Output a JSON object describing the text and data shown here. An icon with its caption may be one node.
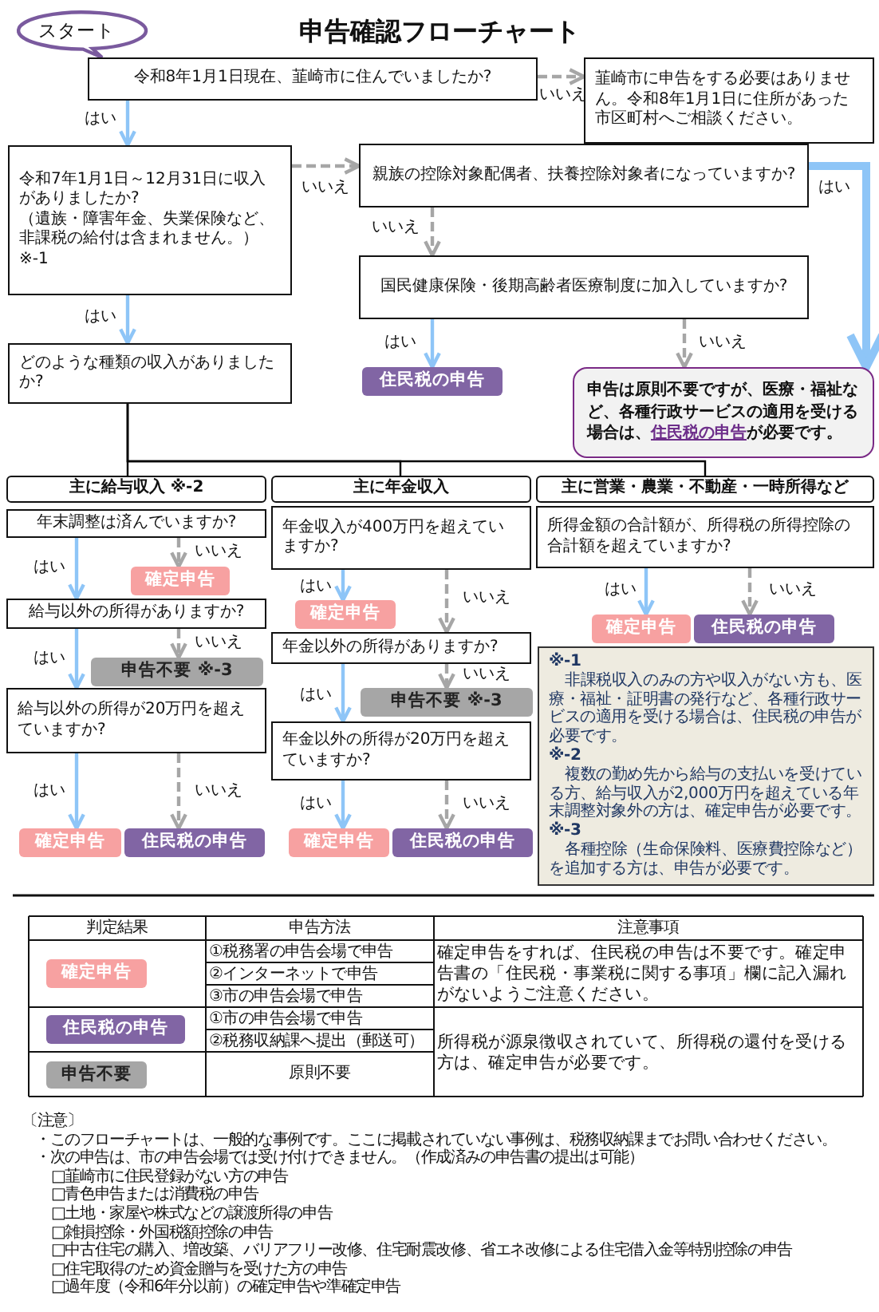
{
  "diagram": {
    "title": "申告確認フローチャート",
    "nodes": [
      {
        "text": [
          "スタート"
        ]
      },
      {
        "text": [
          "令和8年1月1日現在、韮崎市に住んでいましたか?"
        ]
      },
      {
        "text": [
          "韮崎市に申告をする必要はありません。令和8年1月1日に住所があった市区町村へご相談ください。"
        ]
      },
      {
        "text": [
          "令和7年1月1日～12月31日に収入がありましたか?",
          "（遺族・障害年金、失業保険など、非課税の給付は含まれません。） ※-1"
        ]
      },
      {
        "text": [
          "親族の控除対象配偶者、扶養控除対象者になっていますか?"
        ]
      },
      {
        "text": [
          "国民健康保険・後期高齢者医療制度に加入していますか?"
        ]
      },
      {
        "text": [
          "住民税の申告"
        ]
      },
      {
        "text": [
          "申告は原則不要ですが、医療・福祉など、各種行政サービスの適用を受ける場合は、**住民税の申告**が必要です。"
        ]
      },
      {
        "text": [
          "どのような種類の収入がありましたか?"
        ]
      },
      {
        "text": [
          "主に給与収入 ※-2"
        ]
      },
      {
        "text": [
          "主に年金収入"
        ]
      },
      {
        "text": [
          "主に営業・農業・不動産・一時所得など"
        ]
      },
      {
        "text": [
          "年末調整は済んでいますか?"
        ]
      },
      {
        "text": [
          "確定申告"
        ]
      },
      {
        "text": [
          "給与以外の所得がありますか?"
        ]
      },
      {
        "text": [
          "申告不要 ※-3"
        ]
      },
      {
        "text": [
          "給与以外の所得が20万円を超えていますか?"
        ]
      },
      {
        "text": [
          "確定申告"
        ]
      },
      {
        "text": [
          "住民税の申告"
        ]
      },
      {
        "text": [
          "年金収入が400万円を超えていますか?"
        ]
      },
      {
        "text": [
          "確定申告"
        ]
      },
      {
        "text": [
          "年金以外の所得がありますか?"
        ]
      },
      {
        "text": [
          "申告不要 ※-3"
        ]
      },
      {
        "text": [
          "年金以外の所得が20万円を超えていますか?"
        ]
      },
      {
        "text": [
          "確定申告"
        ]
      },
      {
        "text": [
          "住民税の申告"
        ]
      },
      {
        "text": [
          "所得金額の合計額が、所得税の所得控除の合計額を超えていますか?"
        ]
      },
      {
        "text": [
          "確定申告"
        ]
      },
      {
        "text": [
          "住民税の申告"
        ]
      },
      {
        "text": [
          "※-1",
          "非課税収入のみの方や収入がない方も、医療・福祉・証明書の発行など、各種行政サービスの適用を受ける場合は、住民税の申告が必要です。",
          "※-2",
          "複数の勤め先から給与の支払いを受けている方、給与収入が2,000万円を超えている年末調整対象外の方は、確定申告が必要です。",
          "※-3",
          "各種控除（生命保険料、医療費控除など）を追加する方は、申告が必要です。"
        ]
      },
      {
        "text": [
          "確定申告"
        ]
      },
      {
        "text": [
          "住民税の申告"
        ]
      },
      {
        "text": [
          "申告不要"
        ]
      }
    ],
    "edges": [
      {
        "from": 1,
        "to": 2,
        "arrow": "to",
        "label": "いいえ",
        "style": "dashed",
        "color": "#a6a6a6"
      },
      {
        "from": 1,
        "to": 3,
        "arrow": "to",
        "label": "はい"
      },
      {
        "from": 3,
        "to": 4,
        "arrow": "to",
        "label": "いいえ",
        "style": "dashed",
        "color": "#a6a6a6"
      },
      {
        "from": 3,
        "to": 8,
        "arrow": "to",
        "label": "はい"
      },
      {
        "from": 4,
        "to": 5,
        "arrow": "to",
        "label": "いいえ",
        "style": "dashed",
        "color": "#a6a6a6"
      },
      {
        "from": 4,
        "to": 7,
        "arrow": "to",
        "label": "はい",
        "style": "thick"
      },
      {
        "from": 5,
        "to": 6,
        "arrow": "to",
        "label": "はい"
      },
      {
        "from": 5,
        "to": 7,
        "arrow": "to",
        "label": "いいえ",
        "style": "dashed",
        "color": "#a6a6a6"
      },
      {
        "from": 8,
        "to": 9,
        "arrow": "none",
        "color": "#000000"
      },
      {
        "from": 8,
        "to": 10,
        "arrow": "none",
        "color": "#000000"
      },
      {
        "from": 8,
        "to": 11,
        "arrow": "none",
        "color": "#000000"
      },
      {
        "from": 12,
        "to": 14,
        "arrow": "to",
        "label": "はい"
      },
      {
        "from": 12,
        "to": 13,
        "arrow": "to",
        "label": "いいえ",
        "style": "dashed",
        "color": "#a6a6a6"
      },
      {
        "from": 14,
        "to": 16,
        "arrow": "to",
        "label": "はい"
      },
      {
        "from": 14,
        "to": 15,
        "arrow": "to",
        "label": "いいえ",
        "style": "dashed",
        "color": "#a6a6a6"
      },
      {
        "from": 16,
        "to": 17,
        "arrow": "to",
        "label": "はい"
      },
      {
        "from": 16,
        "to": 18,
        "arrow": "to",
        "label": "いいえ",
        "style": "dashed",
        "color": "#a6a6a6"
      },
      {
        "from": 19,
        "to": 20,
        "arrow": "to",
        "label": "はい"
      },
      {
        "from": 19,
        "to": 21,
        "arrow": "to",
        "label": "いいえ",
        "style": "dashed",
        "color": "#a6a6a6"
      },
      {
        "from": 21,
        "to": 23,
        "arrow": "to",
        "label": "はい"
      },
      {
        "from": 21,
        "to": 22,
        "arrow": "to",
        "label": "いいえ",
        "style": "dashed",
        "color": "#a6a6a6"
      },
      {
        "from": 23,
        "to": 24,
        "arrow": "to",
        "label": "はい"
      },
      {
        "from": 23,
        "to": 25,
        "arrow": "to",
        "label": "いいえ",
        "style": "dashed",
        "color": "#a6a6a6"
      },
      {
        "from": 26,
        "to": 27,
        "arrow": "to",
        "label": "はい"
      },
      {
        "from": 26,
        "to": 28,
        "arrow": "to",
        "label": "いいえ",
        "style": "dashed",
        "color": "#a6a6a6"
      }
    ],
    "labels": [
      "判定結果",
      "申告方法",
      "注意事項",
      "①税務署の申告会場で申告",
      "②インターネットで申告",
      "③市の申告会場で申告",
      "確定申告をすれば、住民税の申告は不要です。確定申告書の「住民税・事業税に関する事項」欄に記入漏れがないようご注意ください。",
      "①市の申告会場で申告",
      "②税務収納課へ提出（郵送可）",
      "所得税が源泉徴収されていて、所得税の還付を受ける方は、確定申告が必要です。",
      "原則不要",
      "〔注意〕",
      "・このフローチャートは、一般的な事例です。ここに掲載されていない事例は、税務収納課までお問い合わせください。",
      "・次の申告は、市の申告会場では受け付けできません。（作成済みの申告書の提出は可能）",
      "□韮崎市に住民登録がない方の申告",
      "□青色申告または消費税の申告",
      "□土地・家屋や株式などの譲渡所得の申告",
      "□雑損控除・外国税額控除の申告",
      "□中古住宅の購入、増改築、バリアフリー改修、住宅耐震改修、省エネ改修による住宅借入金等特別控除の申告",
      "□住宅取得のため資金贈与を受けた方の申告",
      "□過年度（令和6年分以前）の確定申告や準確定申告"
    ]
  }
}
